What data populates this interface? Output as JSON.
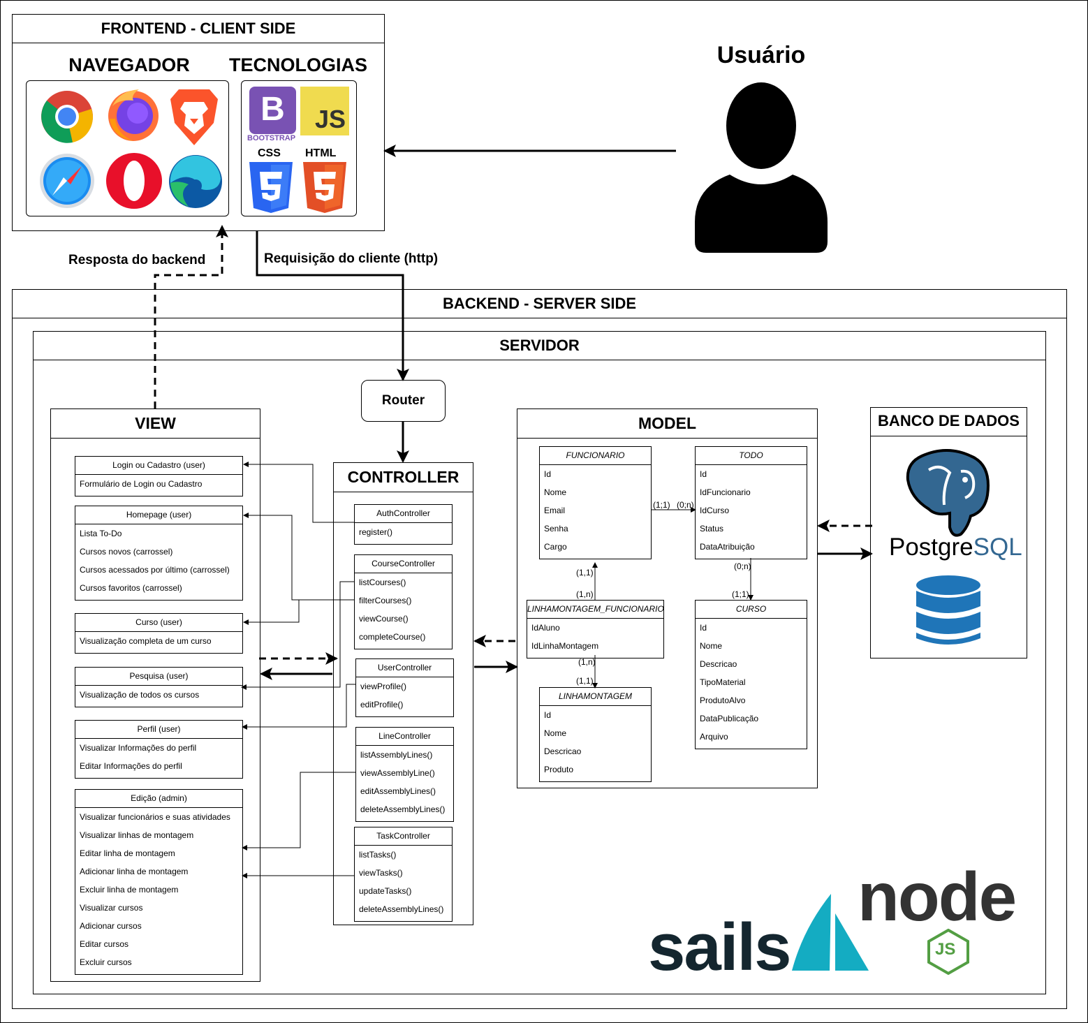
{
  "frontend": {
    "title": "FRONTEND - CLIENT SIDE",
    "navegador_title": "NAVEGADOR",
    "tecnologias_title": "TECNOLOGIAS",
    "browsers": [
      "chrome-icon",
      "firefox-icon",
      "brave-icon",
      "safari-icon",
      "opera-icon",
      "edge-icon"
    ],
    "techs": {
      "bootstrap_letter": "B",
      "bootstrap_text": "BOOTSTRAP",
      "js_text": "JS",
      "css_text": "CSS",
      "html_text": "HTML"
    }
  },
  "user": {
    "label": "Usuário"
  },
  "arrows": {
    "response": "Resposta do backend",
    "request": "Requisição do cliente (http)"
  },
  "backend": {
    "title": "BACKEND - SERVER SIDE"
  },
  "servidor": {
    "title": "SERVIDOR"
  },
  "router": {
    "label": "Router"
  },
  "view": {
    "title": "VIEW",
    "boxes": [
      {
        "title": "Login ou Cadastro (user)",
        "rows": [
          "Formulário de Login ou Cadastro"
        ]
      },
      {
        "title": "Homepage (user)",
        "rows": [
          "Lista To-Do",
          "Cursos novos (carrossel)",
          "Cursos acessados por último (carrossel)",
          "Cursos favoritos (carrossel)"
        ]
      },
      {
        "title": "Curso (user)",
        "rows": [
          "Visualização completa de um curso"
        ]
      },
      {
        "title": "Pesquisa (user)",
        "rows": [
          "Visualização de todos os cursos"
        ]
      },
      {
        "title": "Perfil (user)",
        "rows": [
          "Visualizar Informações do perfil",
          "Editar Informações do perfil"
        ]
      },
      {
        "title": "Edição (admin)",
        "rows": [
          "Visualizar funcionários e suas atividades",
          "Visualizar linhas de montagem",
          "Editar linha de montagem",
          "Adicionar linha de montagem",
          "Excluir linha de montagem",
          "Visualizar cursos",
          "Adicionar cursos",
          "Editar cursos",
          "Excluir cursos"
        ]
      }
    ]
  },
  "controller": {
    "title": "CONTROLLER",
    "boxes": [
      {
        "title": "AuthController",
        "rows": [
          "register()"
        ]
      },
      {
        "title": "CourseController",
        "rows": [
          "listCourses()",
          "filterCourses()",
          "viewCourse()",
          "completeCourse()"
        ]
      },
      {
        "title": "UserController",
        "rows": [
          "viewProfile()",
          "editProfile()"
        ]
      },
      {
        "title": "LineController",
        "rows": [
          "listAssemblyLines()",
          "viewAssemblyLine()",
          "editAssemblyLines()",
          "deleteAssemblyLines()"
        ]
      },
      {
        "title": "TaskController",
        "rows": [
          "listTasks()",
          "viewTasks()",
          "updateTasks()",
          "deleteAssemblyLines()"
        ]
      }
    ]
  },
  "model": {
    "title": "MODEL",
    "entities": [
      {
        "title": "FUNCIONARIO",
        "rows": [
          "Id",
          "Nome",
          "Email",
          "Senha",
          "Cargo"
        ]
      },
      {
        "title": "TODO",
        "rows": [
          "Id",
          "IdFuncionario",
          "IdCurso",
          "Status",
          "DataAtribuição"
        ]
      },
      {
        "title": "LINHAMONTAGEM_FUNCIONARIO",
        "rows": [
          "IdAluno",
          "IdLinhaMontagem"
        ]
      },
      {
        "title": "CURSO",
        "rows": [
          "Id",
          "Nome",
          "Descricao",
          "TipoMaterial",
          "ProdutoAlvo",
          "DataPublicação",
          "Arquivo"
        ]
      },
      {
        "title": "LINHAMONTAGEM",
        "rows": [
          "Id",
          "Nome",
          "Descricao",
          "Produto"
        ]
      }
    ],
    "cardinalities": [
      "(1;1)",
      "(0;n)",
      "(1,1)",
      "(1,n)",
      "(0;n)",
      "(1;1)",
      "(1,n)",
      "(1,1)"
    ]
  },
  "database": {
    "title": "BANCO DE DADOS",
    "postgres_text": "PostgreSQL",
    "postgres_part1": "Postgre",
    "postgres_part2": "SQL"
  },
  "frameworks": {
    "sails_text": "sails",
    "node_text": "node",
    "js_text": "JS"
  }
}
